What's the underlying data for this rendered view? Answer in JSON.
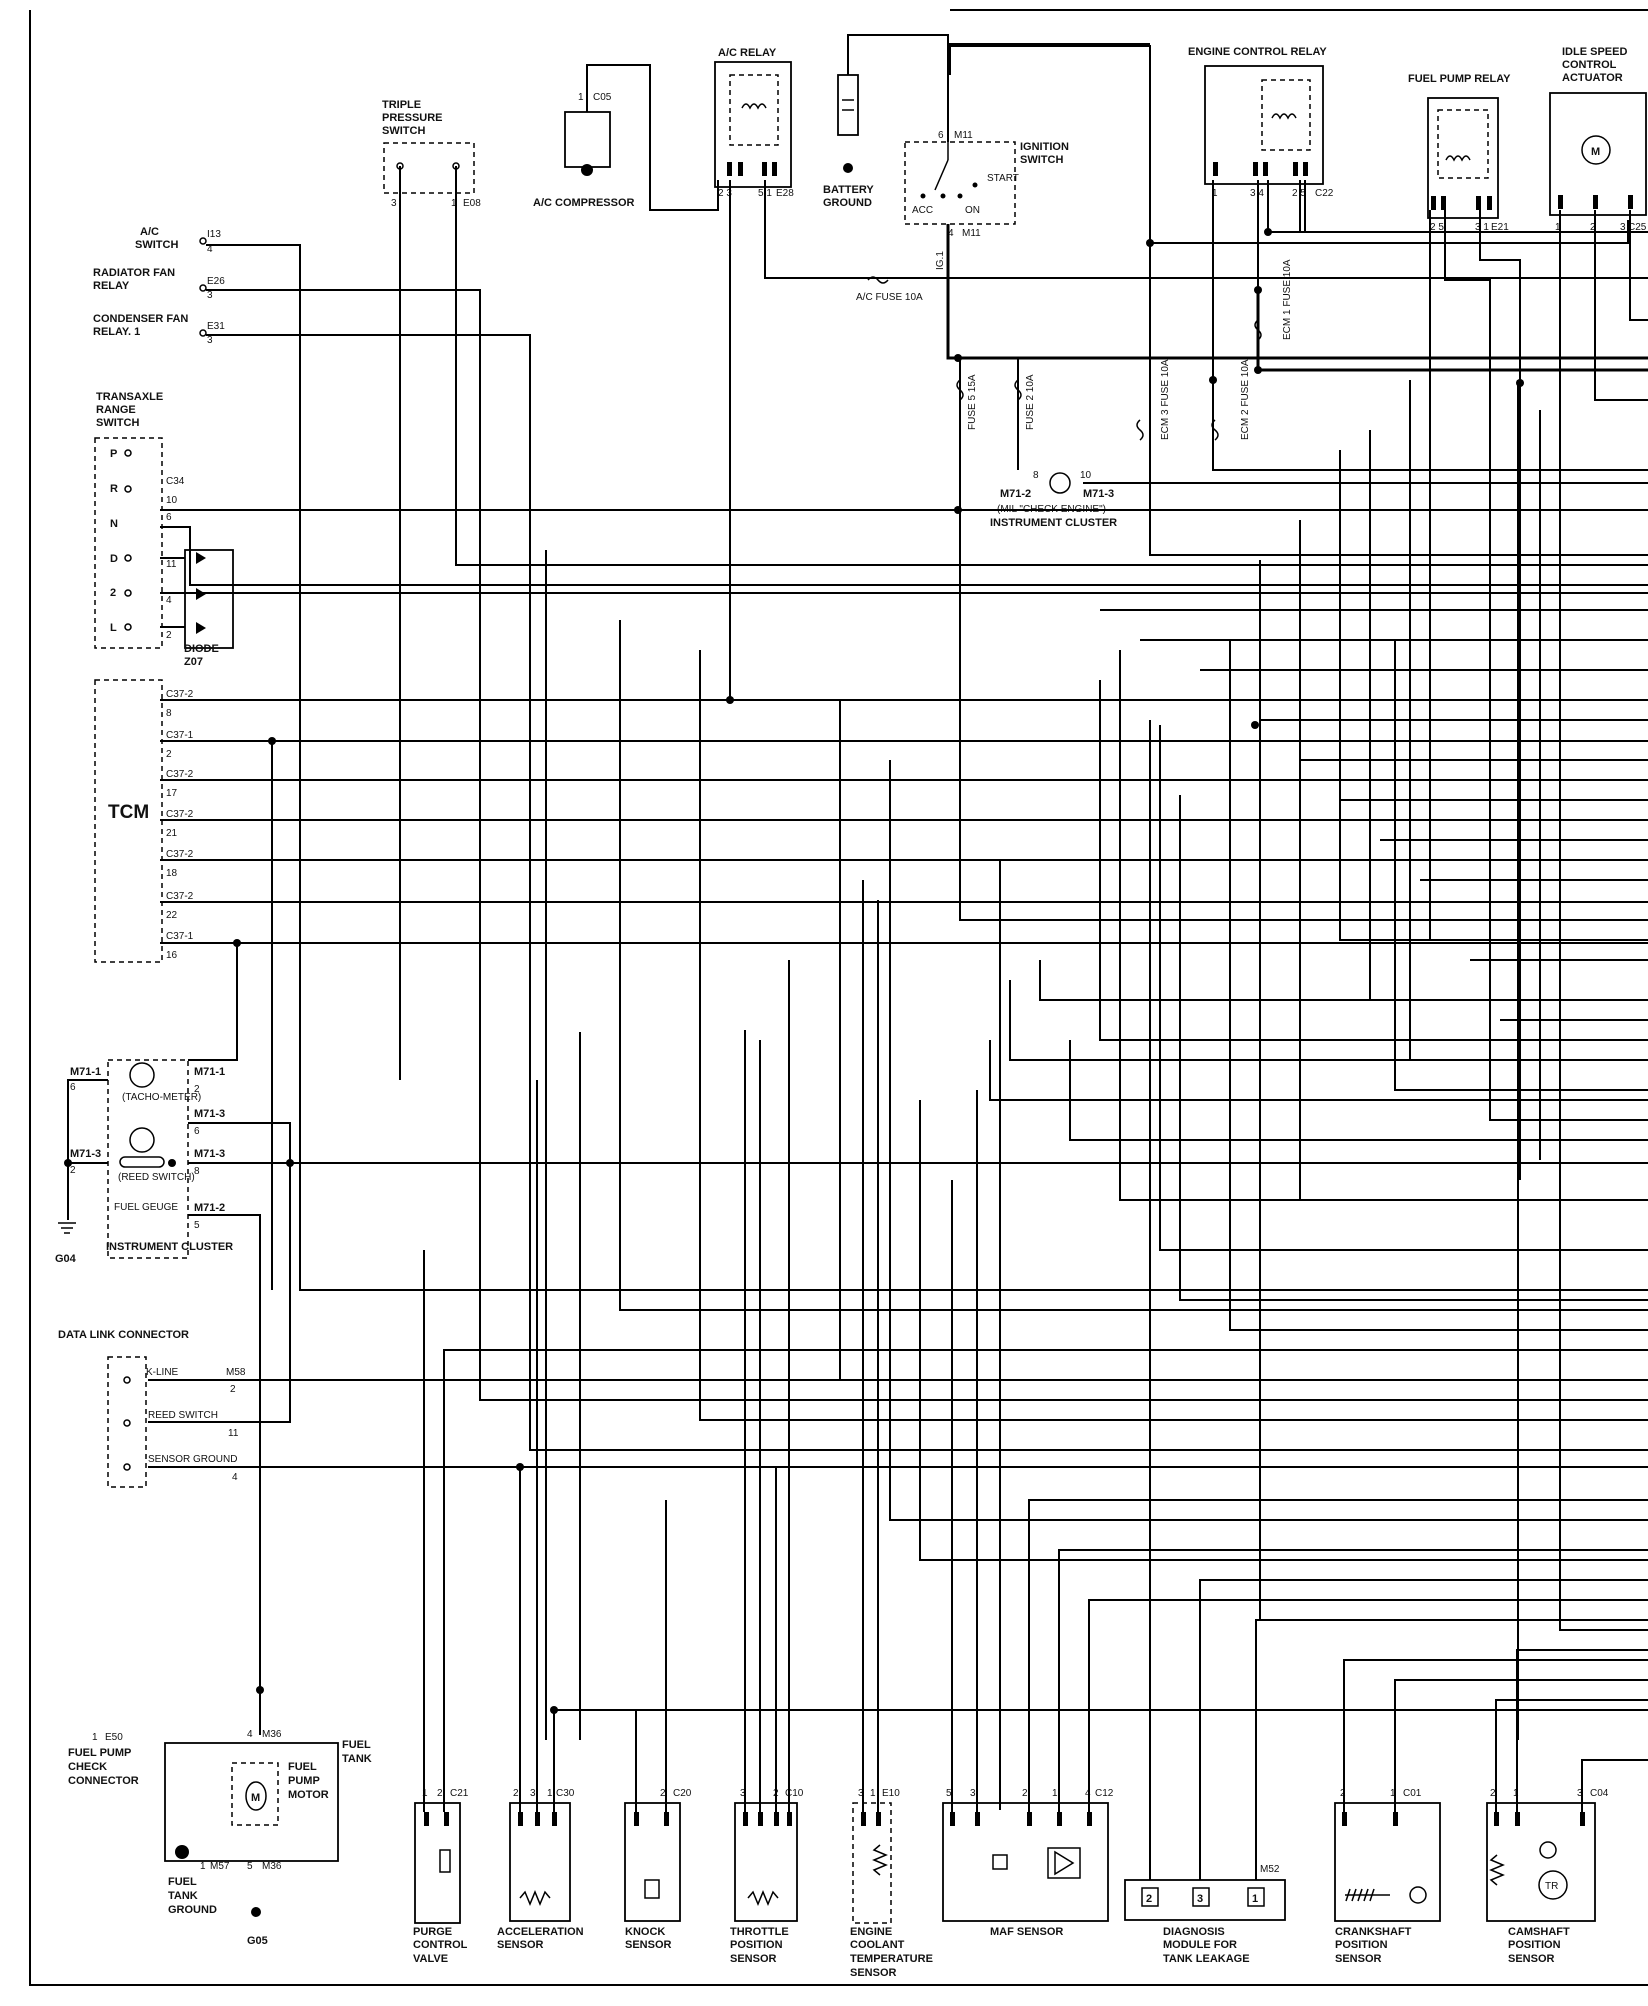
{
  "labels": {
    "ac_relay": "A/C RELAY",
    "triple_pressure_switch": "TRIPLE PRESSURE SWITCH",
    "ac_compressor": "A/C COMPRESSOR",
    "battery_ground": "BATTERY GROUND",
    "ignition_switch": "IGNITION SWITCH",
    "ign_start": "START",
    "ign_acc": "ACC",
    "ign_on": "ON",
    "engine_control_relay": "ENGINE CONTROL RELAY",
    "fuel_pump_relay": "FUEL PUMP RELAY",
    "idle_speed_control_actuator": "IDLE SPEED CONTROL ACTUATOR",
    "ac_switch": "A/C SWITCH",
    "radiator_fan_relay": "RADIATOR FAN RELAY",
    "condenser_fan_relay": "CONDENSER FAN RELAY. 1",
    "transaxle_range_switch": "TRANSAXLE RANGE SWITCH",
    "diode": "DIODE Z07",
    "tcm": "TCM",
    "ac_fuse": "A/C FUSE 10A",
    "fuse5": "FUSE 5 15A",
    "fuse2": "FUSE 2 10A",
    "fuse_ecm3": "ECM 3 FUSE 10A",
    "fuse_ecm2": "ECM 2 FUSE 10A",
    "fuse_ecm1": "ECM 1 FUSE 10A",
    "mil_lamp": "(MIL \"CHECK ENGINE\")",
    "instrument_cluster_top": "INSTRUMENT CLUSTER",
    "tachometer": "(TACHO-METER)",
    "reed_switch": "(REED SWITCH)",
    "fuel_gauge": "FUEL GEUGE",
    "instrument_cluster": "INSTRUMENT CLUSTER",
    "g04": "G04",
    "data_link_connector": "DATA LINK CONNECTOR",
    "dlc_kline": "K-LINE",
    "dlc_reed": "REED SWITCH",
    "dlc_sensor_ground": "SENSOR GROUND",
    "fuel_pump_check_connector": "FUEL PUMP CHECK CONNECTOR",
    "fuel_tank": "FUEL TANK",
    "fuel_pump_motor": "FUEL PUMP MOTOR",
    "fuel_tank_ground": "FUEL TANK GROUND",
    "g05": "G05",
    "purge_control_valve": "PURGE CONTROL VALVE",
    "acceleration_sensor": "ACCELERATION SENSOR",
    "knock_sensor": "KNOCK SENSOR",
    "throttle_position_sensor": "THROTTLE POSITION SENSOR",
    "engine_coolant_temp_sensor": "ENGINE COOLANT TEMPERATURE SENSOR",
    "maf_sensor": "MAF SENSOR",
    "diagnosis_module": "DIAGNOSIS MODULE FOR TANK LEAKAGE",
    "crankshaft_sensor": "CRANKSHAFT POSITION SENSOR",
    "camshaft_sensor": "CAMSHAFT POSITION SENSOR"
  },
  "connectors": {
    "c05": "C05",
    "e08": "E08",
    "e28": "E28",
    "m11": "M11",
    "c22": "C22",
    "e21": "E21",
    "c25": "C25",
    "i13": "I13",
    "e26": "E26",
    "e31": "E31",
    "c34": "C34",
    "c37_1": "C37-1",
    "c37_2": "C37-2",
    "m71_1": "M71-1",
    "m71_2": "M71-2",
    "m71_3": "M71-3",
    "m58": "M58",
    "e50": "E50",
    "m36": "M36",
    "m57": "M57",
    "c21": "C21",
    "c30": "C30",
    "c20": "C20",
    "c10": "C10",
    "e10": "E10",
    "c12": "C12",
    "m52": "M52",
    "c01": "C01",
    "c04": "C04"
  },
  "range_positions": [
    "P",
    "R",
    "N",
    "D",
    "2",
    "L"
  ],
  "tcm_pins": [
    {
      "conn": "C37-2",
      "pin": "8"
    },
    {
      "conn": "C37-1",
      "pin": "2"
    },
    {
      "conn": "C37-2",
      "pin": "17"
    },
    {
      "conn": "C37-2",
      "pin": "21"
    },
    {
      "conn": "C37-2",
      "pin": "18"
    },
    {
      "conn": "C37-2",
      "pin": "22"
    },
    {
      "conn": "C37-1",
      "pin": "16"
    }
  ]
}
